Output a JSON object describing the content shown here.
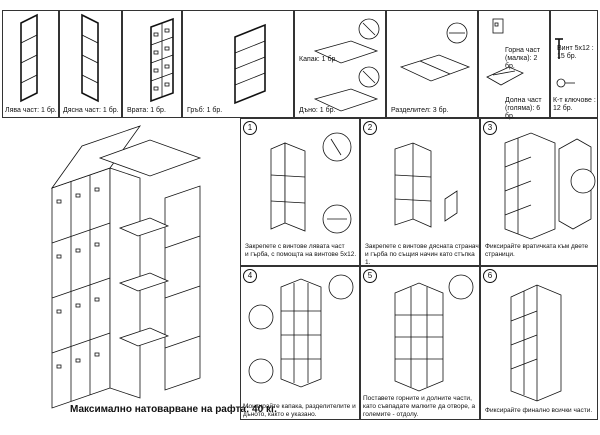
{
  "parts": [
    {
      "label": "Лява част: 1 бр."
    },
    {
      "label": "Дясна част: 1 бр."
    },
    {
      "label": "Врата: 1 бр."
    },
    {
      "label": "Гръб: 1 бр."
    },
    {
      "label": "Капак: 1 бр."
    },
    {
      "label": "Дъно: 1 бр."
    },
    {
      "label": "Разделител: 3 бр."
    },
    {
      "label_line1": "Горна част",
      "label_line2": "(малка): 2 бр."
    },
    {
      "label_line1": "Долна част",
      "label_line2": "(голяма): 6 бр."
    },
    {
      "label_line1": "Винт 5x12 :",
      "label_line2": "15 бр."
    },
    {
      "label_line1": "К-т ключове :",
      "label_line2": "12 бр."
    }
  ],
  "steps": [
    {
      "num": "1",
      "caption_line1": "Закрепете с винтове лявата част",
      "caption_line2": "и гърба, с помощта на винтове 5x12."
    },
    {
      "num": "2",
      "caption_line1": "Закрепете с винтове дясната странач",
      "caption_line2": "и гърба по същия начин като стъпка 1."
    },
    {
      "num": "3",
      "caption_line1": "Фиксирайте вратичката към двете",
      "caption_line2": "страници."
    },
    {
      "num": "4",
      "caption_line1": "Монтирайте капака, разделителите и",
      "caption_line2": "дъното, както е указано."
    },
    {
      "num": "5",
      "caption_line1": "Поставете горните и долните части,",
      "caption_line2": "като съвпадате малките да отворе, а",
      "caption_line3": "големите - отдолу."
    },
    {
      "num": "6",
      "caption_line1": "Фиксирайте финално всички части."
    }
  ],
  "max_load": "Максимално натоварване на рафта: 40 кг."
}
